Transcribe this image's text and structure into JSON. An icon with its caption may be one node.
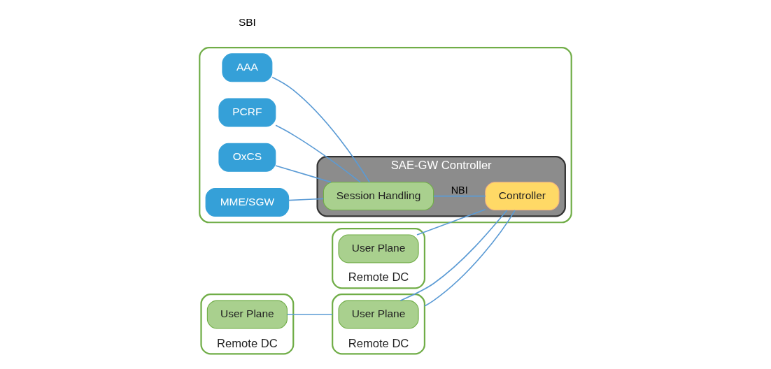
{
  "diagram": {
    "nodes": [
      {
        "text": [],
        "shape": "box"
      },
      {
        "text": [
          "AAA"
        ],
        "in": 0
      },
      {
        "text": [
          "PCRF"
        ],
        "in": 0
      },
      {
        "text": [
          "OxCS"
        ],
        "in": 0
      },
      {
        "text": [
          "MME/SGW"
        ],
        "in": 0
      },
      {
        "text": [
          "SAE-GW Controller"
        ],
        "in": 0
      },
      {
        "text": [
          "Session Handling"
        ],
        "in": 5
      },
      {
        "text": [
          "Controller"
        ],
        "in": 5
      },
      {
        "text": [
          "Remote DC"
        ]
      },
      {
        "text": [
          "User Plane"
        ],
        "in": 8
      },
      {
        "text": [
          "Remote DC"
        ]
      },
      {
        "text": [
          "User Plane"
        ],
        "in": 10
      },
      {
        "text": [
          "Remote DC"
        ]
      },
      {
        "text": [
          "User Plane"
        ],
        "in": 12
      }
    ],
    "edges": [
      {
        "from": 1,
        "to": 6,
        "arrow": "none"
      },
      {
        "from": 2,
        "to": 6,
        "arrow": "none"
      },
      {
        "from": 3,
        "to": 6,
        "arrow": "none"
      },
      {
        "from": 4,
        "to": 6,
        "arrow": "none"
      },
      {
        "from": 6,
        "to": 7,
        "arrow": "none",
        "label": "NBI"
      },
      {
        "from": 9,
        "to": 7,
        "arrow": "none"
      },
      {
        "from": 11,
        "to": 12,
        "arrow": "none"
      },
      {
        "from": 12,
        "to": 7,
        "arrow": "none"
      },
      {
        "from": 13,
        "to": 7,
        "arrow": "none"
      }
    ],
    "labels": [
      "SBI"
    ]
  }
}
